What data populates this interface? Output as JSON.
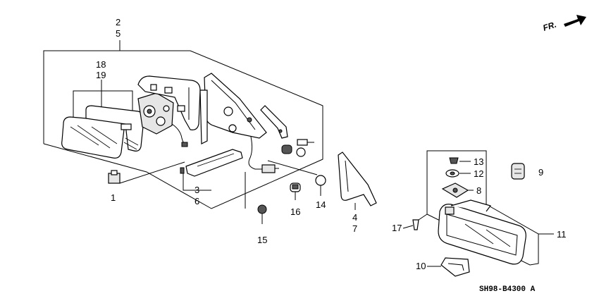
{
  "direction_label": "FR.",
  "drawing_code": "SH98-B4300 A",
  "callouts": [
    {
      "id": "c2",
      "text": "2"
    },
    {
      "id": "c5",
      "text": "5"
    },
    {
      "id": "c18",
      "text": "18"
    },
    {
      "id": "c19",
      "text": "19"
    },
    {
      "id": "c1",
      "text": "1"
    },
    {
      "id": "c3",
      "text": "3"
    },
    {
      "id": "c6",
      "text": "6"
    },
    {
      "id": "c15",
      "text": "15"
    },
    {
      "id": "c16",
      "text": "16"
    },
    {
      "id": "c14",
      "text": "14"
    },
    {
      "id": "c4",
      "text": "4"
    },
    {
      "id": "c7",
      "text": "7"
    },
    {
      "id": "c13",
      "text": "13"
    },
    {
      "id": "c12",
      "text": "12"
    },
    {
      "id": "c9",
      "text": "9"
    },
    {
      "id": "c8",
      "text": "8"
    },
    {
      "id": "c11",
      "text": "11"
    },
    {
      "id": "c17",
      "text": "17"
    },
    {
      "id": "c10",
      "text": "10"
    }
  ]
}
